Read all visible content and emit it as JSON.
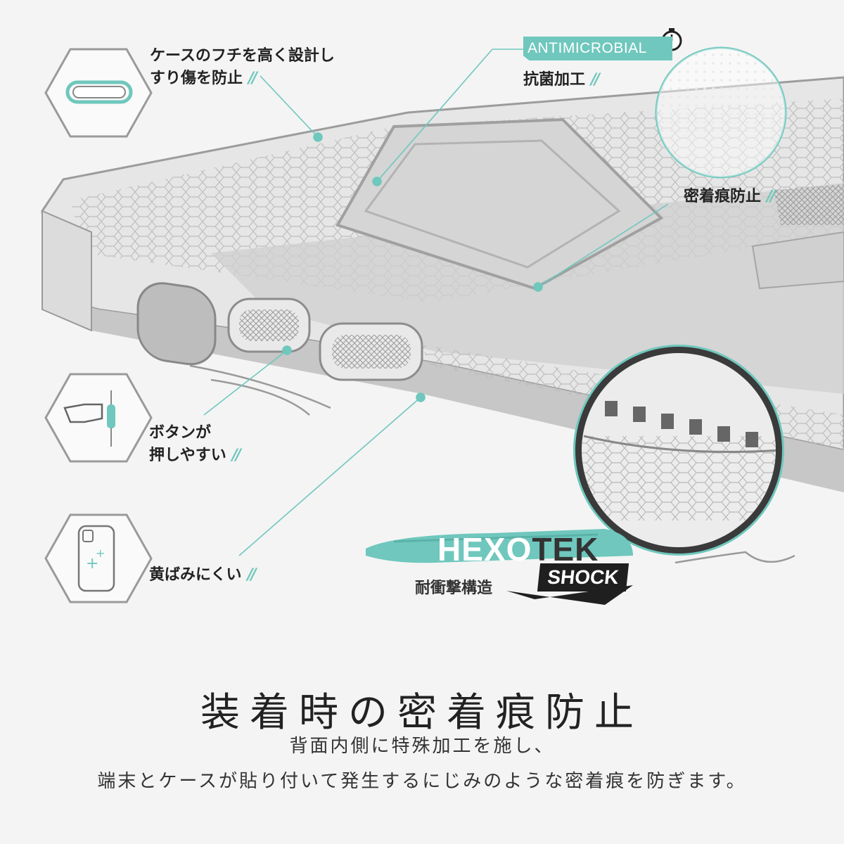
{
  "features": {
    "raised_edge": {
      "line1": "ケースのフチを高く設計し",
      "line2": "すり傷を防止",
      "slash": "//",
      "icon": "raised-edge-hex-icon"
    },
    "antimicrobial": {
      "badge": "ANTIMICROBIAL",
      "label": "抗菌加工",
      "slash": "//",
      "icon": "stopwatch-icon"
    },
    "anti_adhesion": {
      "label": "密着痕防止",
      "slash": "//"
    },
    "buttons": {
      "line1": "ボタンが",
      "line2": "押しやすい",
      "slash": "//",
      "icon": "finger-press-hex-icon"
    },
    "yellowing": {
      "label": "黄ばみにくい",
      "slash": "//",
      "icon": "phone-sparkle-hex-icon"
    }
  },
  "brand": {
    "hexo": "HEXO",
    "tek": "TEK",
    "shock": "SHOCK",
    "subtitle": "耐衝撃構造"
  },
  "headline": "装着時の密着痕防止",
  "body": {
    "line1": "背面内側に特殊加工を施し、",
    "line2": "端末とケースが貼り付いて発生するにじみのような密着痕を防ぎます。"
  },
  "colors": {
    "accent": "#6fc7bd",
    "background": "#f4f4f4",
    "text": "#222222"
  }
}
